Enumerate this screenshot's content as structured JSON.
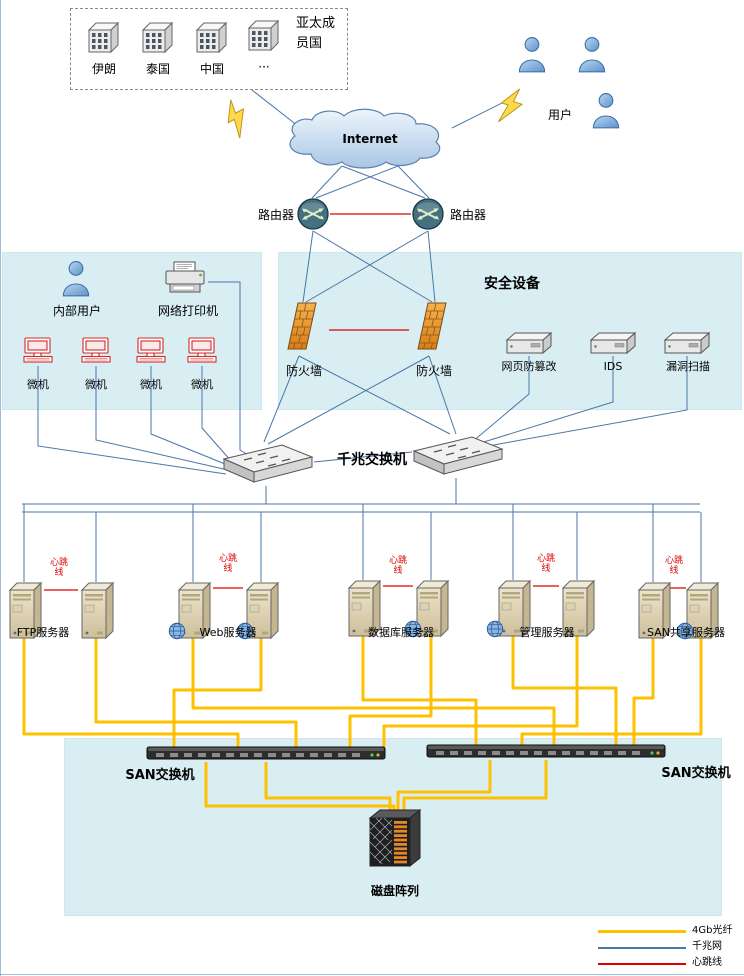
{
  "apac": {
    "title": "亚太成员国",
    "members": [
      "伊朗",
      "泰国",
      "中国",
      "···"
    ]
  },
  "users": {
    "label": "用户"
  },
  "internet": {
    "label": "Internet"
  },
  "routers": {
    "left": "路由器",
    "right": "路由器"
  },
  "internal": {
    "user": "内部用户",
    "printer": "网络打印机",
    "pcs": [
      "微机",
      "微机",
      "微机",
      "微机"
    ]
  },
  "security": {
    "title": "安全设备",
    "firewalls": [
      "防火墙",
      "防火墙"
    ],
    "web_tamper": "网页防篡改",
    "ids": "IDS",
    "vuln_scan": "漏洞扫描"
  },
  "core": {
    "gigabit_switch": "千兆交换机"
  },
  "servers": {
    "groups": [
      {
        "label": "FTP服务器"
      },
      {
        "label": "Web服务器"
      },
      {
        "label": "数据库服务器"
      },
      {
        "label": "管理服务器"
      },
      {
        "label": "SAN共享服务器"
      }
    ],
    "heartbeat": [
      "心跳线",
      "心跳线",
      "心跳线",
      "心跳线",
      "心跳线"
    ]
  },
  "storage": {
    "san_switches": [
      "SAN交换机",
      "SAN交换机"
    ],
    "disk_array": "磁盘阵列"
  },
  "legend": {
    "items": [
      {
        "label": "4Gb光纤",
        "color": "#FFC000"
      },
      {
        "label": "千兆网",
        "color": "#4877A8"
      },
      {
        "label": "心跳线",
        "color": "#E00000"
      }
    ]
  },
  "colors": {
    "fiber": "#FFC000",
    "gigabit": "#4877A8",
    "heartbeat": "#E00000",
    "panel_bg": "#D9EEF3"
  }
}
